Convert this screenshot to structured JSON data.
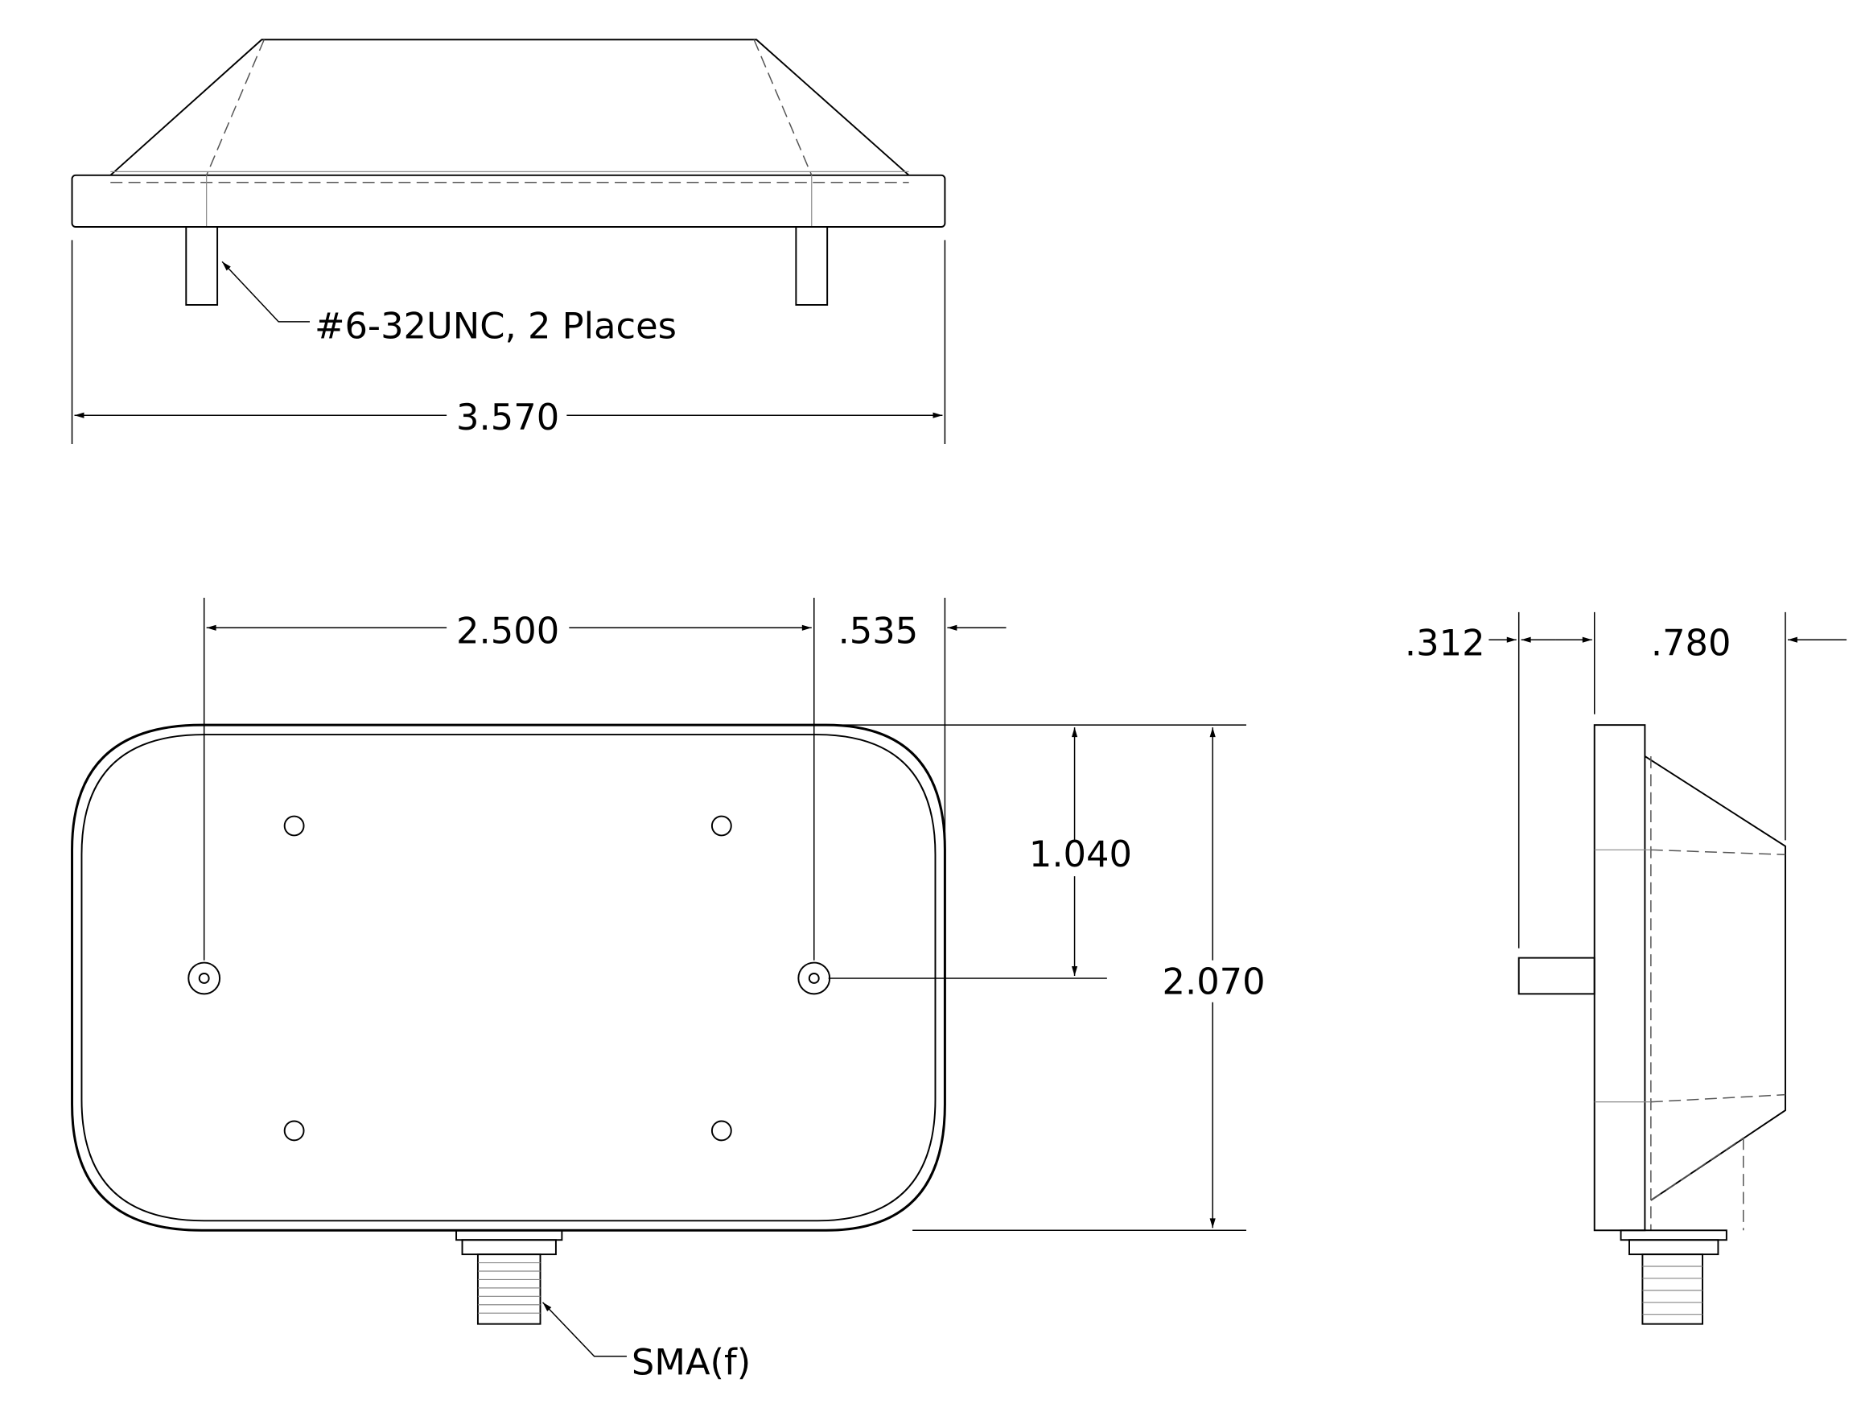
{
  "dimensions": {
    "overall_width": "3.570",
    "hole_spacing": "2.500",
    "hole_edge_offset": ".535",
    "hole_vertical_offset": "1.040",
    "overall_height": "2.070",
    "stud_length": ".312",
    "body_depth": ".780"
  },
  "callouts": {
    "studs": "#6-32UNC, 2 Places",
    "connector": "SMA(f)"
  },
  "colors": {
    "line": "#000000",
    "background": "#ffffff"
  }
}
